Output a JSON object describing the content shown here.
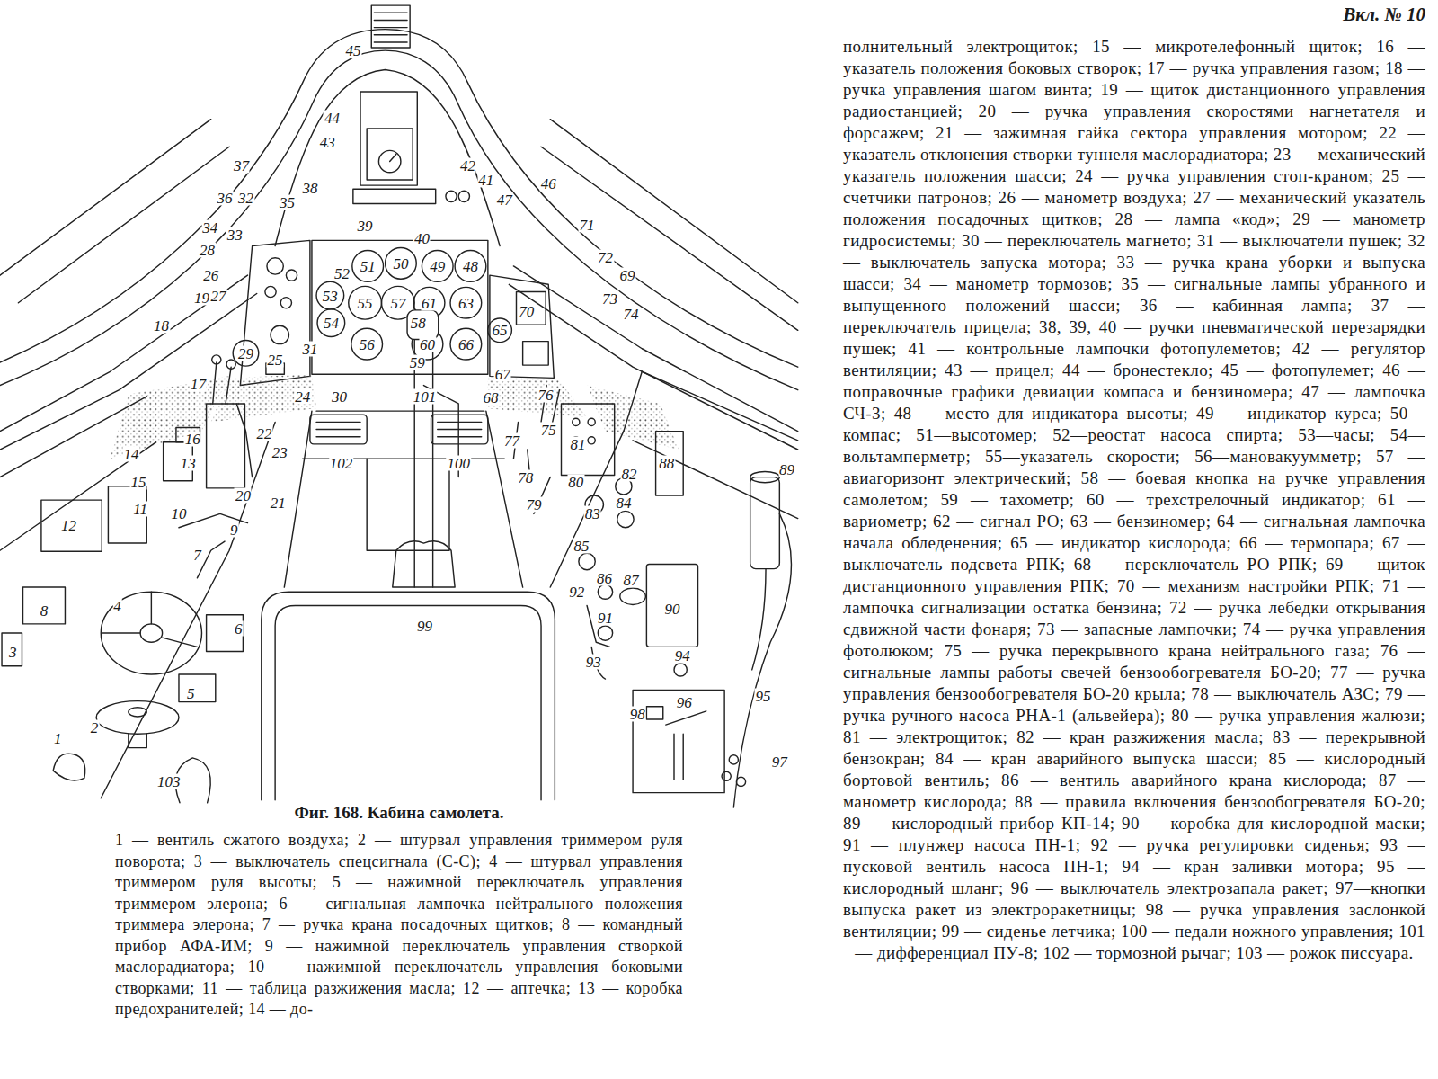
{
  "diagram": {
    "caption": "Фиг. 168. Кабина самолета.",
    "labels": [
      "Вкл. № 10",
      "45",
      "44",
      "43",
      "42",
      "41",
      "47",
      "46",
      "37",
      "38",
      "36",
      "32",
      "35",
      "34",
      "33",
      "39",
      "40",
      "71",
      "28",
      "72",
      "51",
      "50",
      "49",
      "48",
      "52",
      "26",
      "69",
      "19",
      "27",
      "53",
      "55",
      "57",
      "61",
      "63",
      "73",
      "70",
      "74",
      "54",
      "58",
      "18",
      "65",
      "56",
      "60",
      "66",
      "31",
      "29",
      "25",
      "59",
      "67",
      "17",
      "76",
      "24",
      "30",
      "101",
      "68",
      "75",
      "22",
      "16",
      "77",
      "81",
      "14",
      "23",
      "13",
      "102",
      "100",
      "88",
      "89",
      "82",
      "78",
      "15",
      "80",
      "20",
      "21",
      "84",
      "79",
      "11",
      "10",
      "83",
      "12",
      "9",
      "85",
      "7",
      "86",
      "87",
      "92",
      "4",
      "8",
      "91",
      "90",
      "99",
      "6",
      "3",
      "94",
      "93",
      "5",
      "95",
      "96",
      "98",
      "2",
      "1",
      "97",
      "103",
      "1 — вентиль сжатого воздуха;",
      "2 — штурвал управления триммером руля поворота;",
      "3 — выключатель спецсигнала (С-С);",
      "4 — штурвал управления триммером руля высоты;",
      "5 — нажимной переключатель управления триммером элерона;",
      "6 — сигнальная лампочка нейтрального положения триммера элерона;",
      "7 — ручка крана посадочных щитков;",
      "8 — командный прибор АФА-ИМ;",
      "9 — нажимной переключатель управления створкой маслорадиатора;",
      "10 — нажимной переключатель управления боковыми створками;",
      "11 — таблица разжижения масла;",
      "12 — аптечка;",
      "13 — коробка предохранителей;",
      "14 — до-",
      "полнительный электрощиток;",
      "15 — микротелефонный щиток;",
      "16 — указатель положения боковых створок;",
      "17 — ручка управления газом;",
      "18 — ручка управления шагом винта;",
      "19 — щиток дистанционного управления радиостанцией;",
      "20 — ручка управления скоростями нагнетателя и форсажем;",
      "21 — зажимная гайка сектора управления мотором;",
      "22 — указатель отклонения створки туннеля маслорадиатора;",
      "23 — механический указатель положения шасси;",
      "24 — ручка управления стоп-краном;",
      "25 — счетчики патронов;",
      "26 — манометр воздуха;",
      "27 — механический указатель положения посадочных щитков;",
      "28 — лампа «код»;",
      "29 — манометр гидросистемы;",
      "30 — переключатель магнето;",
      "31 — выключатели пушек;",
      "32 — выключатель запуска мотора;",
      "33 — ручка крана уборки и выпуска шасси;",
      "34 — манометр тормозов;",
      "35 — сигнальные лампы убранного и выпущенного положений шасси;",
      "36 — кабинная лампа;",
      "37 — переключатель прицела;",
      "38, 39, 40 — ручки пневматической перезарядки пушек;",
      "41 — контрольные лампочки фотопулеметов;",
      "42 — регулятор вентиляции;",
      "43 — прицел;",
      "44 — бронестекло;",
      "45 — фотопулемет;",
      "46 — поправочные графики девиации компаса и бензиномера;",
      "47 — лампочка СЧ-3;",
      "48 — место для индикатора высоты;",
      "49 — индикатор курса;",
      "50—компас;",
      "51—высотомер;",
      "52—реостат насоса спирта;",
      "53—часы;",
      "54—вольтамперметр;",
      "55—указатель скорости;",
      "56—мановакуумметр;",
      "57 — авиагоризонт электрический;",
      "58 — боевая кнопка на ручке управления самолетом;",
      "59 — тахометр;",
      "60 — трехстрелочный индикатор;",
      "61 — вариометр;",
      "62 — сигнал РО;",
      "63 — бензиномер;",
      "64 — сигнальная лампочка начала обледенения;",
      "65 — индикатор кислорода;",
      "66 — термопара;",
      "67 — выключатель подсвета РПК;",
      "68 — переключатель РО РПК;",
      "69 — щиток дистанционного управления РПК;",
      "70 — механизм настройки РПК;",
      "71 — лампочка сигнализации остатка бензина;",
      "72 — ручка лебедки открывания сдвижной части фонаря;",
      "73 — запасные лампочки;",
      "74 — ручка управления фотолюком;",
      "75 — ручка перекрывного крана нейтрального газа;",
      "76 — сигнальные лампы работы свечей бензообогревателя БО-20;",
      "77 — ручка управления бензообогревателя БО-20 крыла;",
      "78 — выключатель АЗС;",
      "79 — ручка ручного насоса РНА-1 (альвейера);",
      "80 — ручка управления жалюзи;",
      "81 — электрощиток;",
      "82 — кран разжижения масла;",
      "83 — перекрывной бензокран;",
      "84 — кран аварийного выпуска шасси;",
      "85 — кислородный бортовой вентиль;",
      "86 — вентиль аварийного крана кислорода;",
      "87 — манометр кислорода;",
      "88 — правила включения бензообогревателя БО-20;",
      "89 — кислородный прибор КП-14;",
      "90 — коробка для кислородной маски;",
      "91 — плунжер насоса ПН-1;",
      "92 — ручка регулировки сиденья;",
      "93 — пусковой вентиль насоса ПН-1;",
      "94 — кран заливки мотора;",
      "95 — кислородный шланг;",
      "96 — выключатель электрозапала ракет;",
      "97—кнопки выпуска ракет из электроракетницы;",
      "98 — ручка управления заслонкой вентиляции;",
      "99 — сиденье летчика;",
      "100 — педали ножного управления;",
      "101 — дифференциал ПУ-8;",
      "102 — тормозной рычаг;",
      "103 — рожок писсуара."
    ]
  }
}
